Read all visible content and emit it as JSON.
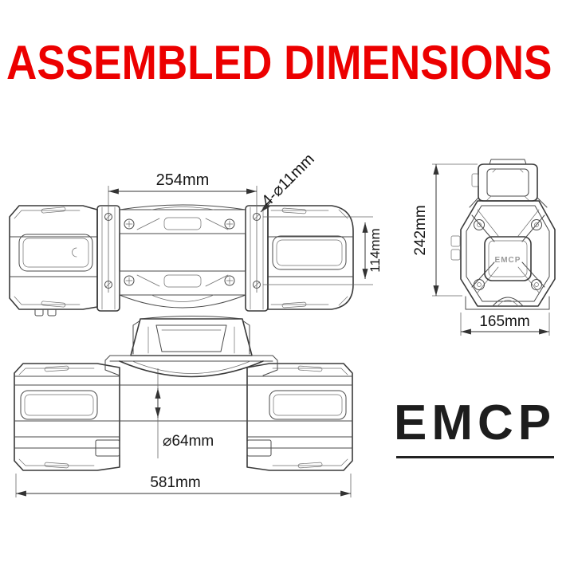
{
  "title": "ASSEMBLED DIMENSIONS",
  "brand": {
    "logo_text": "EMCP",
    "housing_badge": "EMCP"
  },
  "colors": {
    "title_red": "#ec0000",
    "line_dark": "#3a3a3a",
    "dim_text": "#151515",
    "logo_black": "#1d1d1d",
    "background": "#ffffff"
  },
  "views": {
    "top_view": {
      "dimensions": {
        "mount_hole_spacing_length": "254mm",
        "mount_holes_callout": "4-⌀11mm",
        "mount_hole_spacing_width": "114mm"
      }
    },
    "end_view": {
      "dimensions": {
        "overall_height": "242mm",
        "overall_width": "165mm"
      }
    },
    "front_view": {
      "dimensions": {
        "drum_diameter": "⌀64mm",
        "overall_length": "581mm"
      }
    }
  }
}
